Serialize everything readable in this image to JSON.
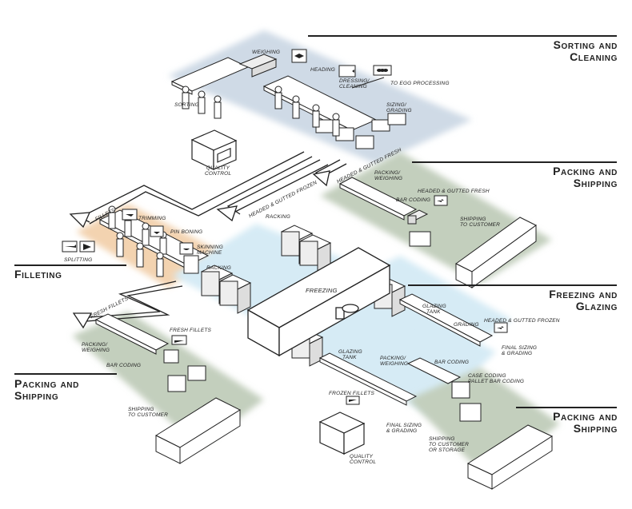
{
  "diagram": {
    "zones": {
      "sorting": {
        "color": "#cfdae6"
      },
      "filleting": {
        "color": "#f3d3b0"
      },
      "freezing": {
        "color": "#d6ebf5"
      },
      "packing": {
        "color": "#c3cfbd"
      }
    },
    "sections": [
      {
        "id": "sorting-cleaning",
        "line1": "Sorting and",
        "line2": "Cleaning"
      },
      {
        "id": "packing-shipping-fresh-hg",
        "line1": "Packing and",
        "line2": "Shipping"
      },
      {
        "id": "filleting",
        "line1": "Filleting",
        "line2": ""
      },
      {
        "id": "freezing-glazing",
        "line1": "Freezing and",
        "line2": "Glazing"
      },
      {
        "id": "packing-shipping-fillets",
        "line1": "Packing and",
        "line2": "Shipping"
      },
      {
        "id": "packing-shipping-frozen",
        "line1": "Packing and",
        "line2": "Shipping"
      }
    ],
    "labels": {
      "weighing": "Weighing",
      "heading": "Heading",
      "dressing": "Dressing/",
      "cleaning": "Cleaning",
      "to_egg": "To egg processing",
      "sorting": "Sorting",
      "sizing": "Sizing/",
      "grading": "Grading",
      "qc1_a": "Quality",
      "qc1_b": "Control",
      "hg_fresh_flow": "Headed & gutted fresh",
      "hg_frozen_flow": "Headed & gutted frozen",
      "packing1_a": "Packing/",
      "packing1_b": "Weighing",
      "hg_fresh_item": "Headed & gutted fresh",
      "bar_coding1": "Bar coding",
      "shipping1_a": "Shipping",
      "shipping1_b": "to customer",
      "fillets_flow": "Fillets",
      "trimming": "Trimming",
      "pin_boning": "Pin boning",
      "skinning_a": "Skinning",
      "skinning_b": "Machine",
      "splitting": "Splitting",
      "racking1": "Racking",
      "racking2": "Racking",
      "freezing": "Freezing",
      "fresh_fillets_flow": "Fresh fillets",
      "packing2_a": "Packing/",
      "packing2_b": "Weighing",
      "fresh_fillets_item": "Fresh fillets",
      "bar_coding2": "Bar coding",
      "shipping2_a": "Shipping",
      "shipping2_b": "to customer",
      "glazing1_a": "Glazing",
      "glazing1_b": "Tank",
      "grading2": "Grading",
      "hg_frozen_item": "Headed & gutted frozen",
      "final_sizing1_a": "Final sizing",
      "final_sizing1_b": "& grading",
      "case_coding_a": "Case coding",
      "case_coding_b": "Pallet bar coding",
      "bar_coding3": "Bar coding",
      "packing3_a": "Packing/",
      "packing3_b": "Weighing",
      "glazing2_a": "Glazing",
      "glazing2_b": "Tank",
      "frozen_fillets": "Frozen fillets",
      "final_sizing2_a": "Final sizing",
      "final_sizing2_b": "& grading",
      "shipping3_a": "Shipping",
      "shipping3_b": "to customer",
      "shipping3_c": "or storage",
      "qc2_a": "Quality",
      "qc2_b": "Control"
    },
    "icons": [
      "fish-head-icon",
      "dressed-fish-icon",
      "egg-roe-icon",
      "fish-fillet-icon",
      "trimmed-fish-icon",
      "pin-bone-icon",
      "skinning-icon",
      "split-fish-icon",
      "frozen-fish-icon",
      "fresh-fillet-icon",
      "frozen-fillet-icon"
    ]
  }
}
